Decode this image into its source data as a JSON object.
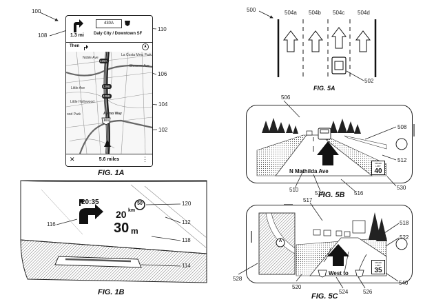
{
  "fig1a": {
    "caption": "FIG. 1A",
    "distance": "1.3 mi",
    "route_badge": "430A",
    "destination": "Daly City / Downtown SF",
    "then_label": "Then",
    "remaining": "5.6 miles",
    "close_glyph": "✕",
    "menu_glyph": "⋮",
    "map_labels": [
      "Noble Ave",
      "La Costa Mmc Park",
      "Blossom Ave",
      "Little Hollywood",
      "ood Park",
      "Alemo Way",
      "Little Ave"
    ],
    "shields": [
      "429A",
      "429B",
      "429B",
      "101"
    ],
    "refs": {
      "r100": "100",
      "r108": "108",
      "r110": "110",
      "r106": "106",
      "r104": "104",
      "r102": "102"
    }
  },
  "fig1b": {
    "caption": "FIG. 1B",
    "time": "20:35",
    "speed_limit": "50",
    "dist_small_num": "20",
    "dist_small_unit": "km",
    "dist_big_num": "30",
    "dist_big_unit": "m",
    "refs": {
      "r116": "116",
      "r120": "120",
      "r112": "112",
      "r118": "118",
      "r114": "114"
    }
  },
  "fig5a": {
    "caption": "FIG. 5A",
    "lanes": [
      "504a",
      "504b",
      "504c",
      "504d"
    ],
    "refs": {
      "r500": "500",
      "r502": "502"
    }
  },
  "fig5b": {
    "caption": "FIG. 5B",
    "street": "N Mathilda Ave",
    "speed_sign_top": "SPEED LIMIT",
    "speed_sign_value": "40",
    "refs": {
      "r506": "506",
      "r508": "508",
      "r512": "512",
      "r510": "510",
      "r514": "514",
      "r516": "516",
      "r530": "530"
    }
  },
  "fig5c": {
    "caption": "FIG. 5C",
    "direction": "West to",
    "compass": "A",
    "speed_sign_top": "SPEED LIMIT",
    "speed_sign_value": "35",
    "refs": {
      "r517": "517",
      "r518": "518",
      "r522": "522",
      "r528": "528",
      "r520": "520",
      "r524": "524",
      "r526": "526",
      "r540": "540"
    }
  },
  "colors": {
    "ink": "#111111",
    "road": "#777777",
    "route": "#444444"
  }
}
